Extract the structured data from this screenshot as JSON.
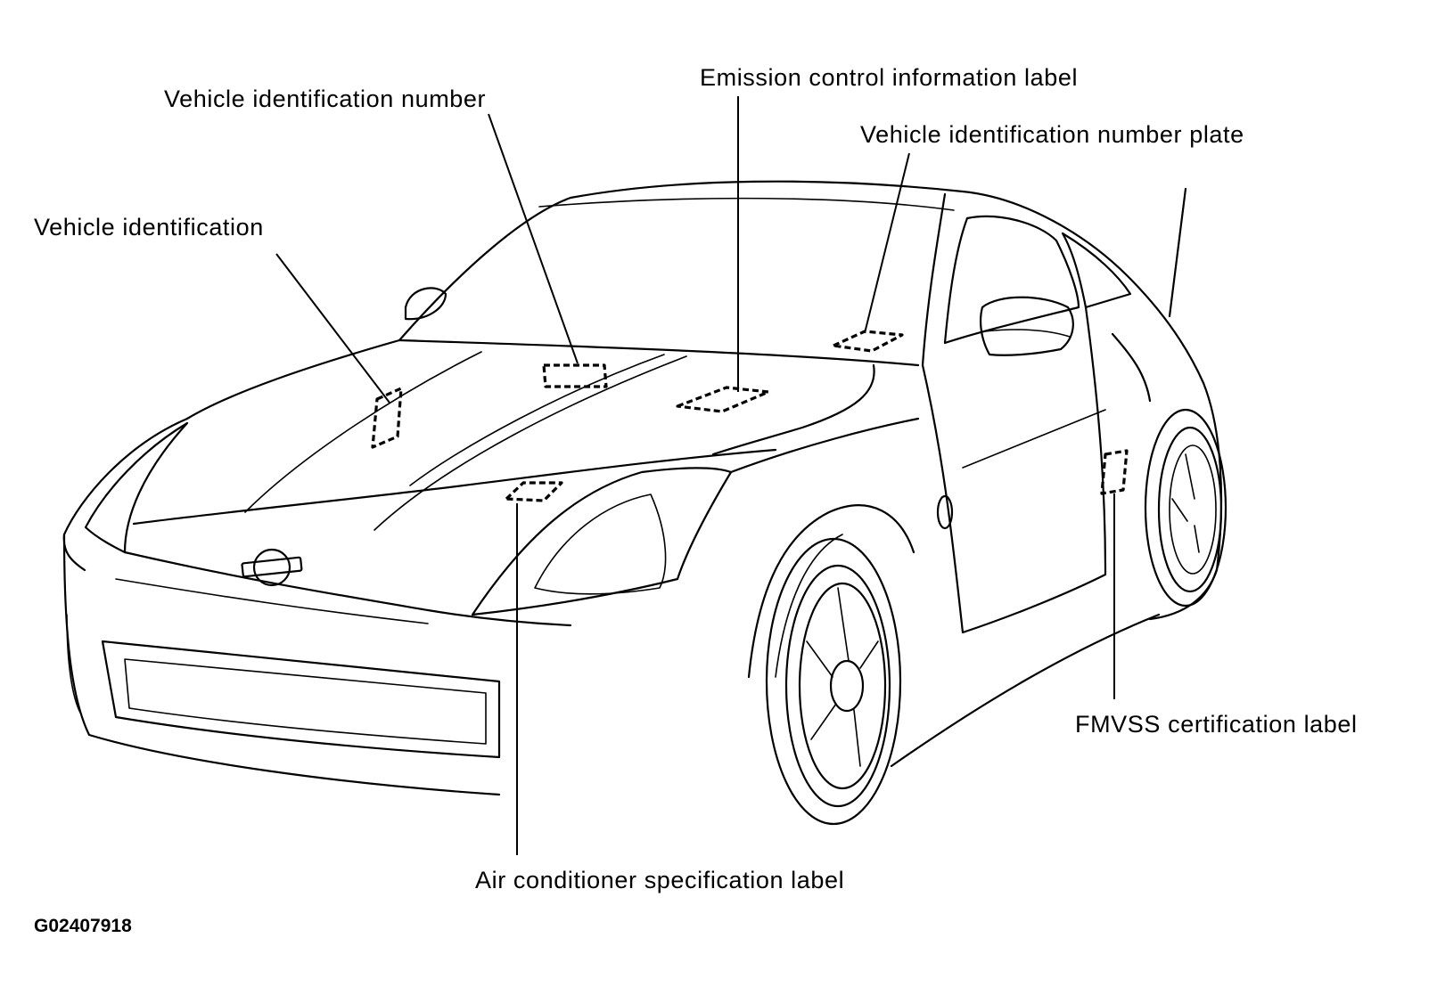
{
  "labels": {
    "vehicle_identification": "Vehicle identification",
    "vehicle_identification_number": "Vehicle identification number",
    "emission_control_information_label": "Emission control information label",
    "vehicle_identification_number_plate": "Vehicle identification number plate",
    "fmvss_certification_label": "FMVSS certification label",
    "air_conditioner_specification_label": "Air conditioner specification label"
  },
  "figure_code": "G02407918"
}
